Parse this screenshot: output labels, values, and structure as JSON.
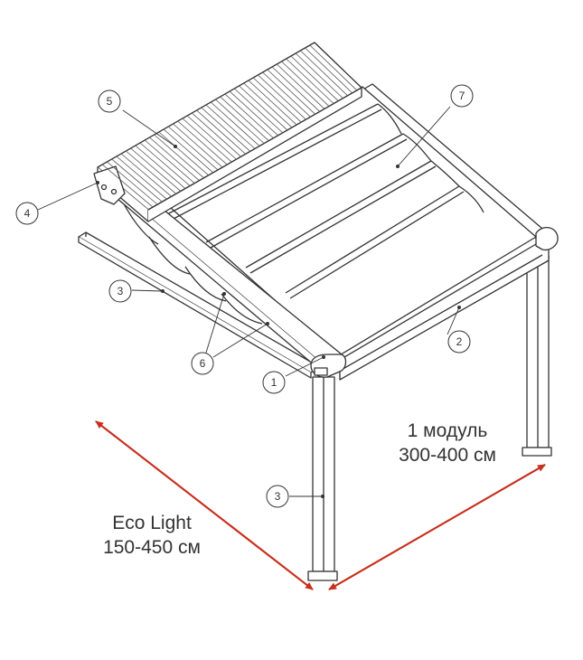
{
  "dimensions": {
    "depth": {
      "line1": "Eco Light",
      "line2": "150-450 см"
    },
    "width": {
      "line1": "1 модуль",
      "line2": "300-400 см"
    }
  },
  "callouts": [
    "1",
    "2",
    "3",
    "3",
    "4",
    "5",
    "6",
    "7"
  ],
  "colors": {
    "line": "#333333",
    "arrow": "#c8301e",
    "fill": "#ffffff"
  }
}
